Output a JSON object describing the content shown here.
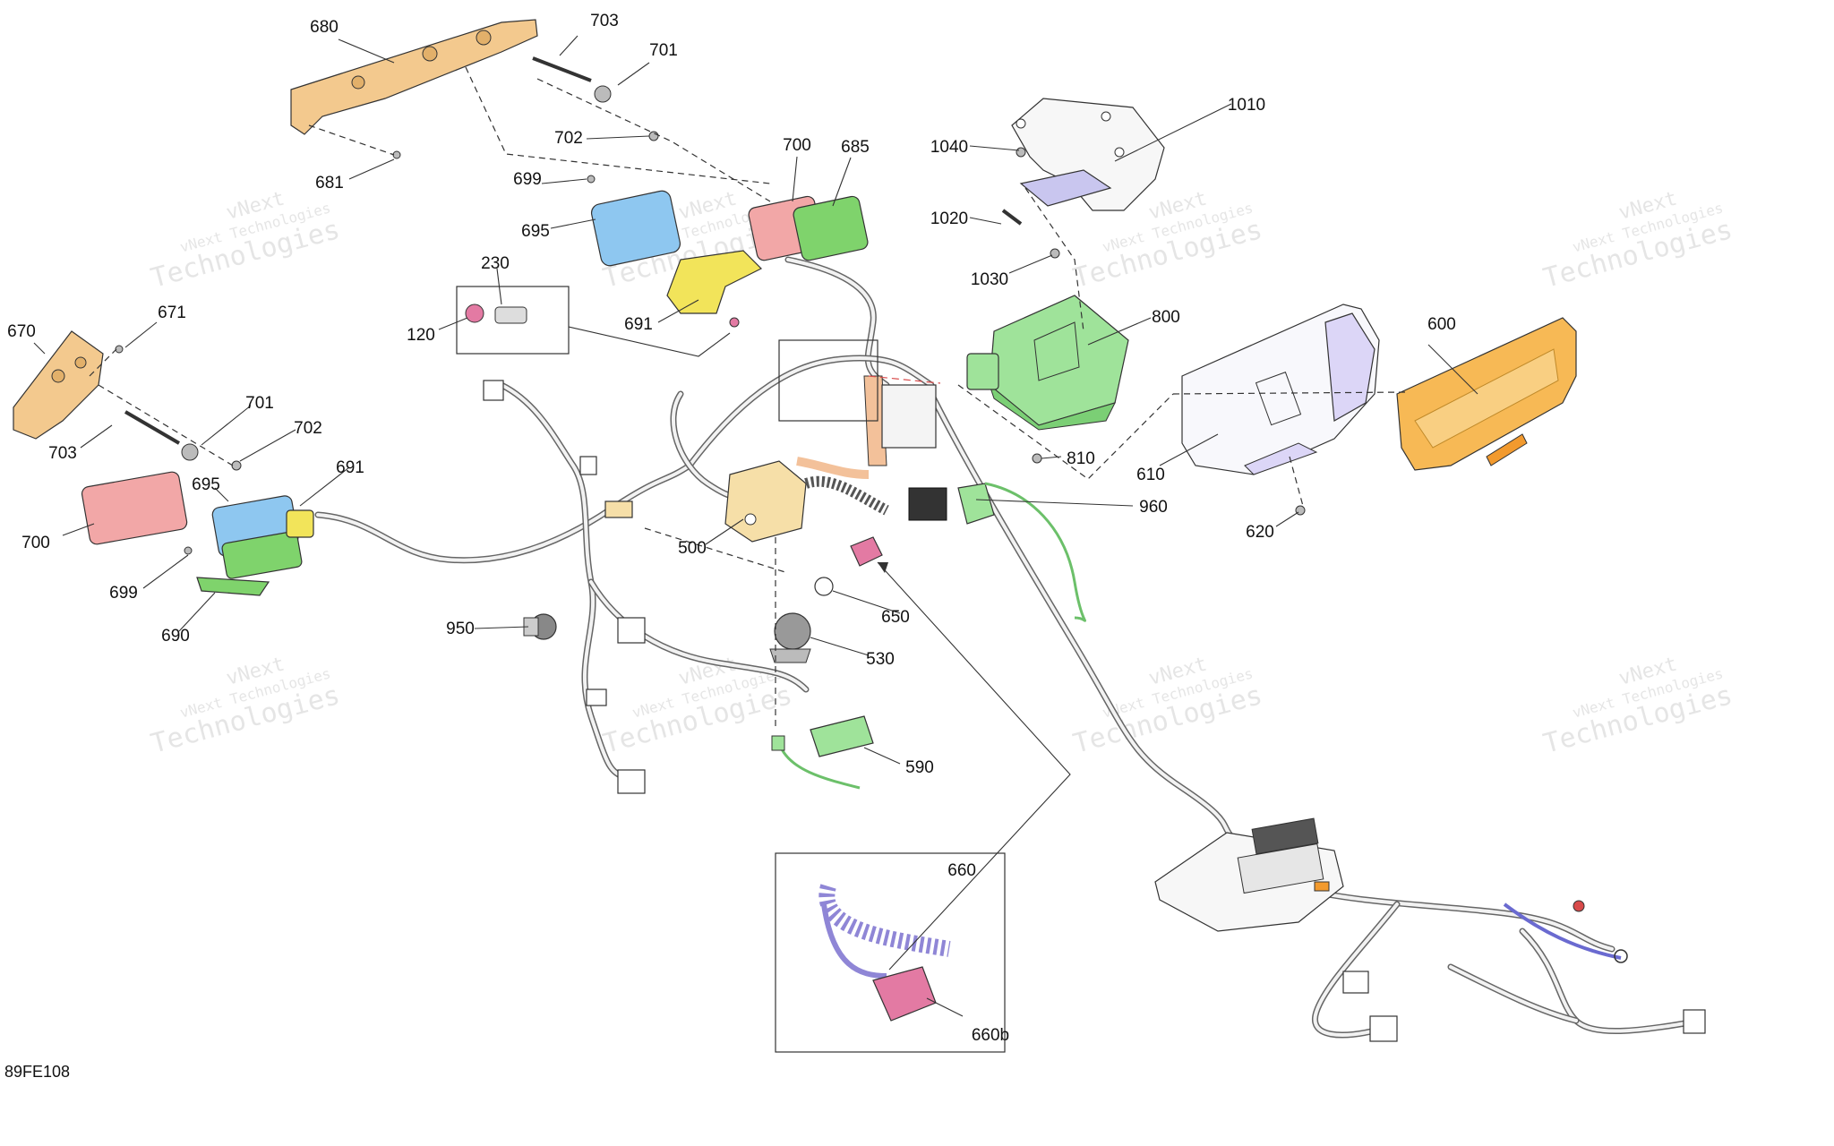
{
  "diagram": {
    "reference_code": "89FE108",
    "watermark": {
      "line1": "vNext",
      "line2": "vNext Technologies",
      "line3": "Technologies"
    },
    "detail_box_label": "660",
    "callouts": [
      "680",
      "703",
      "701",
      "702",
      "681",
      "699",
      "695",
      "700",
      "685",
      "230",
      "120",
      "691",
      "670",
      "671",
      "701",
      "703",
      "702",
      "691",
      "695",
      "700",
      "699",
      "690",
      "1010",
      "1040",
      "1020",
      "1030",
      "800",
      "810",
      "600",
      "610",
      "620",
      "960",
      "500",
      "650",
      "530",
      "950",
      "590",
      "660b"
    ],
    "parts": {
      "ecm_module": "800",
      "cluster": "600",
      "cluster_housing": "610",
      "fuse_box": "500",
      "harness": "main-wiring-harness"
    },
    "colors": {
      "bracket_tan": "#f3c98e",
      "relay_blue": "#8ec7f0",
      "relay_red": "#f2a7a7",
      "relay_green": "#7fd36c",
      "bracket_yellow": "#f2e45a",
      "ecm_green": "#9fe39a",
      "cluster_orange": "#f7b955",
      "box_lavender": "#dcd6f7",
      "fuse_cream": "#f6dfa8",
      "wire_pink": "#e37aa3",
      "harness_orange": "#f3c19a"
    }
  }
}
